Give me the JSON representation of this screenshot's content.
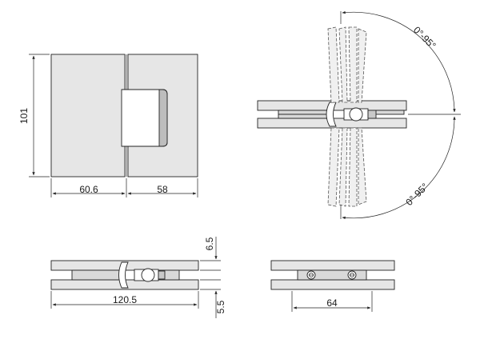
{
  "dimensions": {
    "height_front": "101",
    "width_left": "60.6",
    "width_right": "58",
    "angle_top": "0°-95°",
    "angle_bottom": "0°-95°",
    "plate_thickness": "6.5",
    "total_length": "120.5",
    "gap": "5.5",
    "hole_spacing": "64"
  },
  "colors": {
    "plate": "#e6e6e6",
    "outline": "#222222",
    "background": "#ffffff"
  }
}
